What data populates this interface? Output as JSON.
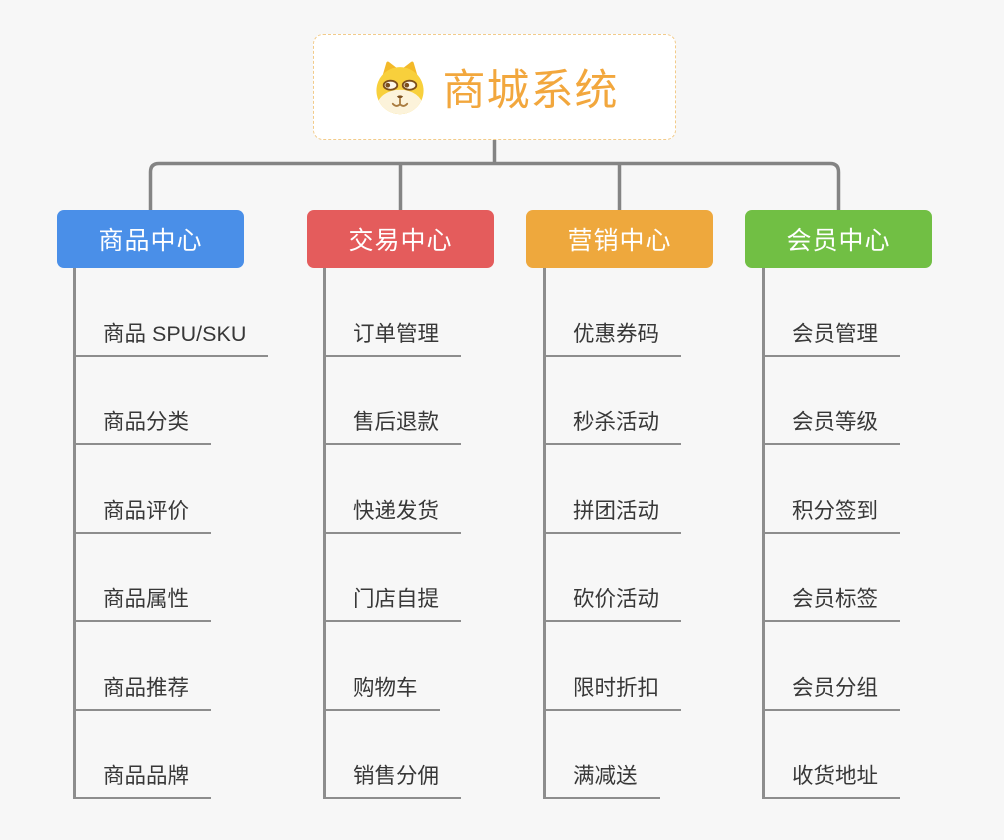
{
  "root": {
    "title": "商城系统",
    "icon": "dog-face-icon"
  },
  "branches": [
    {
      "label": "商品中心",
      "color": "#4a8fe8",
      "items": [
        "商品 SPU/SKU",
        "商品分类",
        "商品评价",
        "商品属性",
        "商品推荐",
        "商品品牌"
      ]
    },
    {
      "label": "交易中心",
      "color": "#e45c5c",
      "items": [
        "订单管理",
        "售后退款",
        "快递发货",
        "门店自提",
        "购物车",
        "销售分佣"
      ]
    },
    {
      "label": "营销中心",
      "color": "#eea83d",
      "items": [
        "优惠券码",
        "秒杀活动",
        "拼团活动",
        "砍价活动",
        "限时折扣",
        "满减送"
      ]
    },
    {
      "label": "会员中心",
      "color": "#71bf44",
      "items": [
        "会员管理",
        "会员等级",
        "积分签到",
        "会员标签",
        "会员分组",
        "收货地址"
      ]
    }
  ],
  "colors": {
    "page_background": "#f7f7f7",
    "connector_line": "#848484",
    "underline": "#8d8d8d",
    "leaf_text": "#383838",
    "root_text": "#f2a73d",
    "root_border": "#f2cb8a",
    "root_background": "#ffffff",
    "branch_text": "#ffffff"
  }
}
